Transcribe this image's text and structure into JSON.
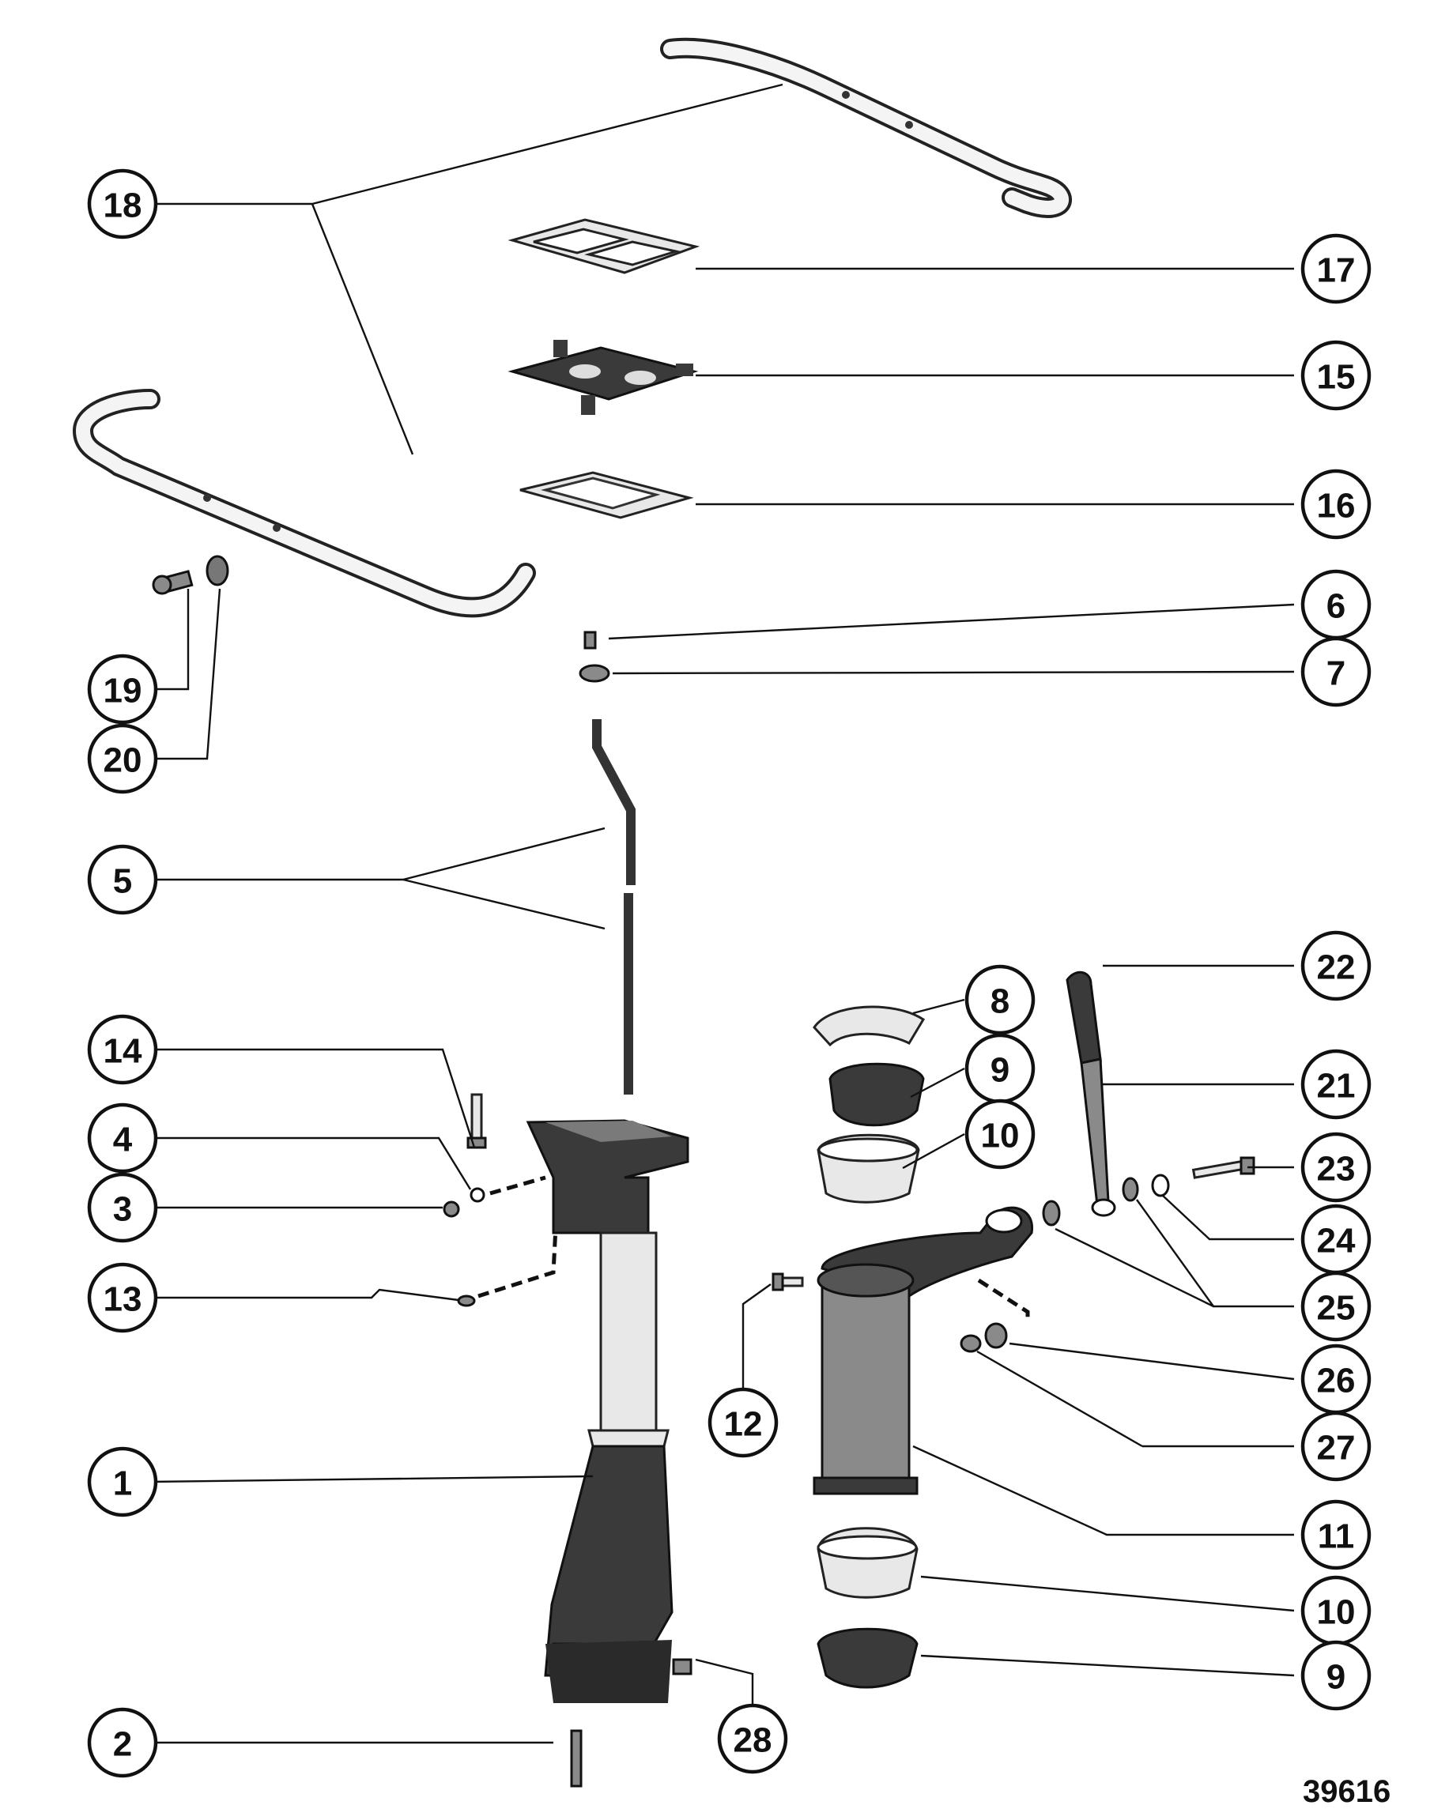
{
  "figure_number": "39616",
  "callouts": [
    {
      "id": "c18a",
      "label": "18"
    },
    {
      "id": "c17",
      "label": "17"
    },
    {
      "id": "c15",
      "label": "15"
    },
    {
      "id": "c16",
      "label": "16"
    },
    {
      "id": "c6",
      "label": "6"
    },
    {
      "id": "c7",
      "label": "7"
    },
    {
      "id": "c19",
      "label": "19"
    },
    {
      "id": "c20",
      "label": "20"
    },
    {
      "id": "c5",
      "label": "5"
    },
    {
      "id": "c22",
      "label": "22"
    },
    {
      "id": "c8",
      "label": "8"
    },
    {
      "id": "c9a",
      "label": "9"
    },
    {
      "id": "c10a",
      "label": "10"
    },
    {
      "id": "c21",
      "label": "21"
    },
    {
      "id": "c23",
      "label": "23"
    },
    {
      "id": "c24",
      "label": "24"
    },
    {
      "id": "c25",
      "label": "25"
    },
    {
      "id": "c26",
      "label": "26"
    },
    {
      "id": "c27",
      "label": "27"
    },
    {
      "id": "c11",
      "label": "11"
    },
    {
      "id": "c10b",
      "label": "10"
    },
    {
      "id": "c9b",
      "label": "9"
    },
    {
      "id": "c14",
      "label": "14"
    },
    {
      "id": "c4",
      "label": "4"
    },
    {
      "id": "c3",
      "label": "3"
    },
    {
      "id": "c13",
      "label": "13"
    },
    {
      "id": "c12",
      "label": "12"
    },
    {
      "id": "c1",
      "label": "1"
    },
    {
      "id": "c2",
      "label": "2"
    },
    {
      "id": "c28",
      "label": "28"
    }
  ]
}
